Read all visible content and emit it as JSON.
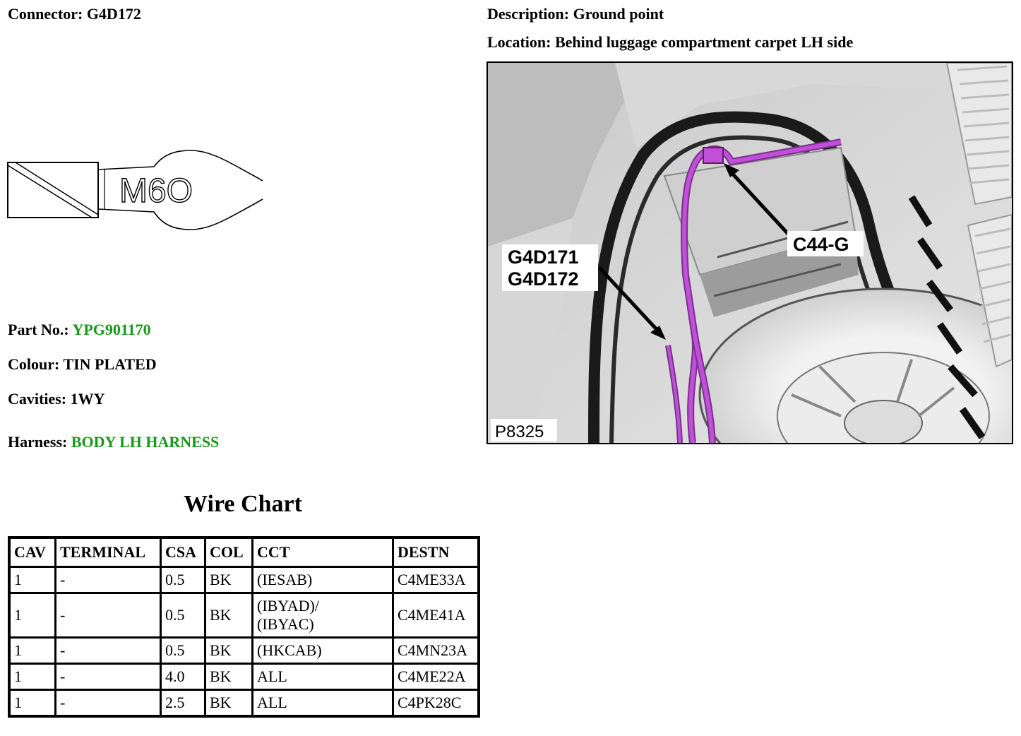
{
  "connector": {
    "label": "Connector:",
    "value": "G4D172"
  },
  "description": {
    "label": "Description:",
    "value": "Ground point"
  },
  "location": {
    "label": "Location:",
    "value": "Behind luggage compartment carpet LH side"
  },
  "terminal_diagram": {
    "text": "M6O"
  },
  "part_no": {
    "label": "Part No.:",
    "value": "YPG901170"
  },
  "colour": {
    "label": "Colour:",
    "value": "TIN PLATED"
  },
  "cavities": {
    "label": "Cavities:",
    "value": "1WY"
  },
  "harness": {
    "label": "Harness:",
    "value": "BODY LH HARNESS"
  },
  "photo": {
    "callout_1": "G4D171",
    "callout_2": "G4D172",
    "callout_3": "C44-G",
    "ref": "P8325",
    "harness_color": "#c050d8"
  },
  "wire_chart": {
    "title": "Wire Chart",
    "headers": [
      "CAV",
      "TERMINAL",
      "CSA",
      "COL",
      "CCT",
      "DESTN"
    ],
    "rows": [
      {
        "cav": "1",
        "terminal": "-",
        "csa": "0.5",
        "col": "BK",
        "cct": "(IESAB)",
        "destn": "C4ME33A"
      },
      {
        "cav": "1",
        "terminal": "-",
        "csa": "0.5",
        "col": "BK",
        "cct_line1": "(IBYAD)/",
        "cct_line2": "(IBYAC)",
        "destn": "C4ME41A"
      },
      {
        "cav": "1",
        "terminal": "-",
        "csa": "0.5",
        "col": "BK",
        "cct": "(HKCAB)",
        "destn": "C4MN23A"
      },
      {
        "cav": "1",
        "terminal": "-",
        "csa": "4.0",
        "col": "BK",
        "cct": "ALL",
        "destn": "C4ME22A"
      },
      {
        "cav": "1",
        "terminal": "-",
        "csa": "2.5",
        "col": "BK",
        "cct": "ALL",
        "destn": "C4PK28C"
      }
    ]
  }
}
